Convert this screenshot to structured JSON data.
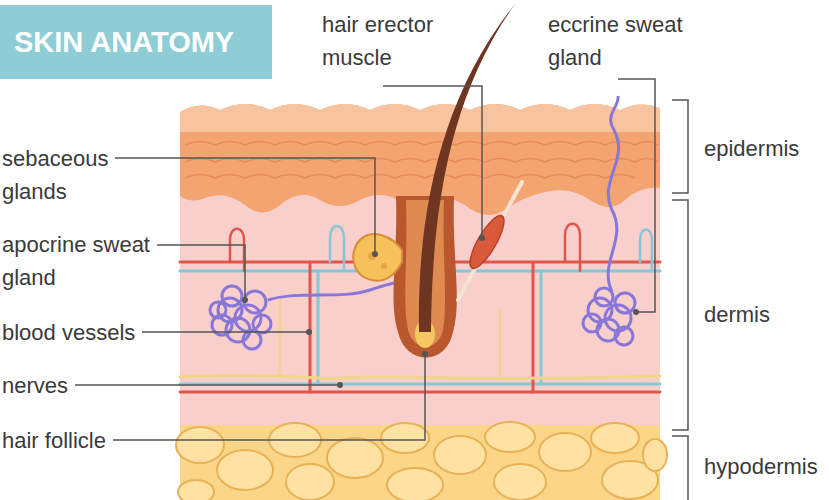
{
  "diagram": {
    "title": "SKIN ANATOMY",
    "labels": [
      "hair erector muscle",
      "eccrine sweat gland",
      "sebaceous glands",
      "apocrine sweat gland",
      "blood vessels",
      "nerves",
      "hair follicle",
      "epidermis",
      "dermis",
      "hypodermis"
    ]
  }
}
